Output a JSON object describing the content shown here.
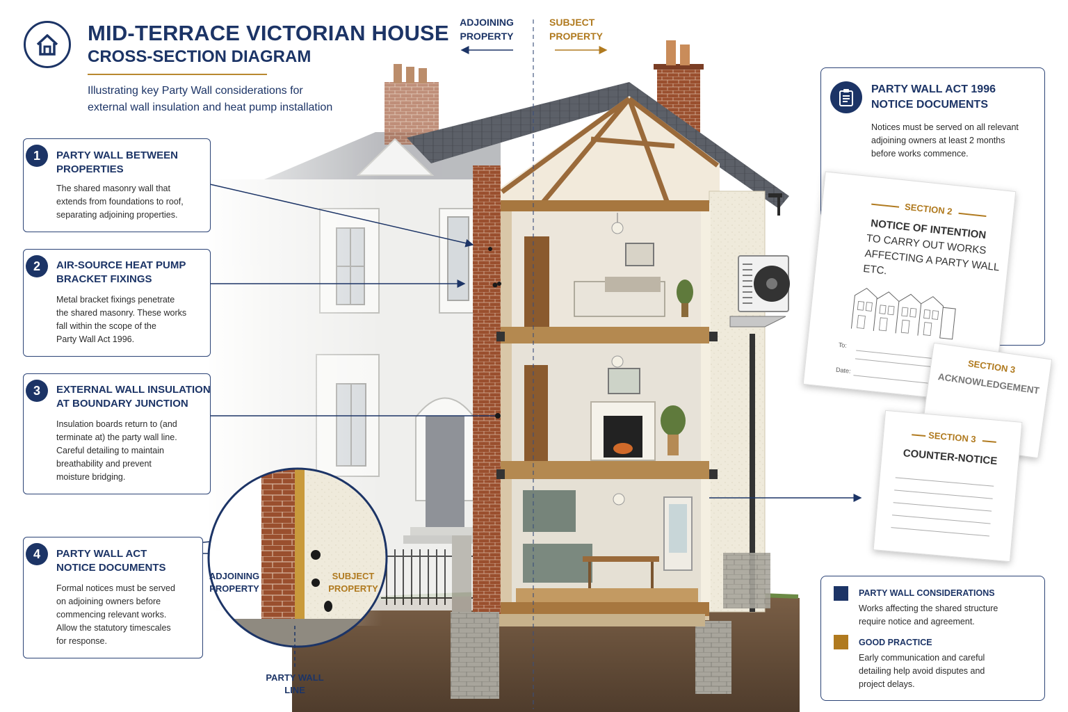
{
  "header": {
    "title_line1": "MID-TERRACE VICTORIAN HOUSE",
    "title_line2": "CROSS-SECTION DIAGRAM",
    "subtitle_line1": "Illustrating key Party Wall considerations for",
    "subtitle_line2": "external wall insulation and heat pump installation"
  },
  "top_labels": {
    "adjoining_line1": "ADJOINING",
    "adjoining_line2": "PROPERTY",
    "subject_line1": "SUBJECT",
    "subject_line2": "PROPERTY"
  },
  "callouts": [
    {
      "number": "1",
      "title_line1": "PARTY WALL BETWEEN",
      "title_line2": "PROPERTIES",
      "body": [
        "The shared masonry wall that",
        "extends from foundations to roof,",
        "separating adjoining properties."
      ]
    },
    {
      "number": "2",
      "title_line1": "AIR-SOURCE HEAT PUMP",
      "title_line2": "BRACKET FIXINGS",
      "body": [
        "Metal bracket fixings penetrate",
        "the shared masonry. These works",
        "fall within the scope of the",
        "Party Wall Act 1996."
      ]
    },
    {
      "number": "3",
      "title_line1": "EXTERNAL WALL INSULATION",
      "title_line2": "AT BOUNDARY JUNCTION",
      "body": [
        "Insulation boards return to (and",
        "terminate at) the party wall line.",
        "Careful detailing to maintain",
        "breathability and prevent",
        "moisture bridging."
      ]
    },
    {
      "number": "4",
      "title_line1": "PARTY WALL ACT",
      "title_line2": "NOTICE DOCUMENTS",
      "body": [
        "Formal notices must be served",
        "on adjoining owners before",
        "commencing relevant works.",
        "Allow the statutory timescales",
        "for response."
      ]
    }
  ],
  "zoom_detail": {
    "adjoining_line1": "ADJOINING",
    "adjoining_line2": "PROPERTY",
    "subject_line1": "SUBJECT",
    "subject_line2": "PROPERTY",
    "party_wall_line1": "PARTY WALL",
    "party_wall_line2": "LINE"
  },
  "documents_panel": {
    "title_line1": "PARTY WALL ACT 1996",
    "title_line2": "NOTICE DOCUMENTS",
    "body": [
      "Notices must be served on all relevant",
      "adjoining owners at least 2 months",
      "before works commence."
    ],
    "doc1": {
      "section": "SECTION 2",
      "heading": [
        "NOTICE OF INTENTION",
        "TO CARRY OUT WORKS",
        "AFFECTING A PARTY WALL",
        "ETC."
      ],
      "to_label": "To:",
      "date_label": "Date:"
    },
    "doc2": {
      "section": "SECTION 3",
      "heading": "ACKNOWLEDGEMENT"
    },
    "doc3": {
      "section": "SECTION 3",
      "heading": "COUNTER-NOTICE"
    }
  },
  "key": {
    "item1_title": "PARTY WALL CONSIDERATIONS",
    "item1_body": [
      "Works affecting the shared structure",
      "require notice and agreement."
    ],
    "item2_title": "GOOD PRACTICE",
    "item2_body": [
      "Early communication and careful",
      "detailing help avoid disputes and",
      "project delays."
    ]
  },
  "colors": {
    "navy": "#1c3466",
    "gold": "#b07a1f",
    "brick": "#9a4f2e",
    "render": "#efeadb"
  },
  "icons": [
    "house-icon",
    "clipboard-icon",
    "heat-pump-icon",
    "bracket-fixing-icon"
  ]
}
